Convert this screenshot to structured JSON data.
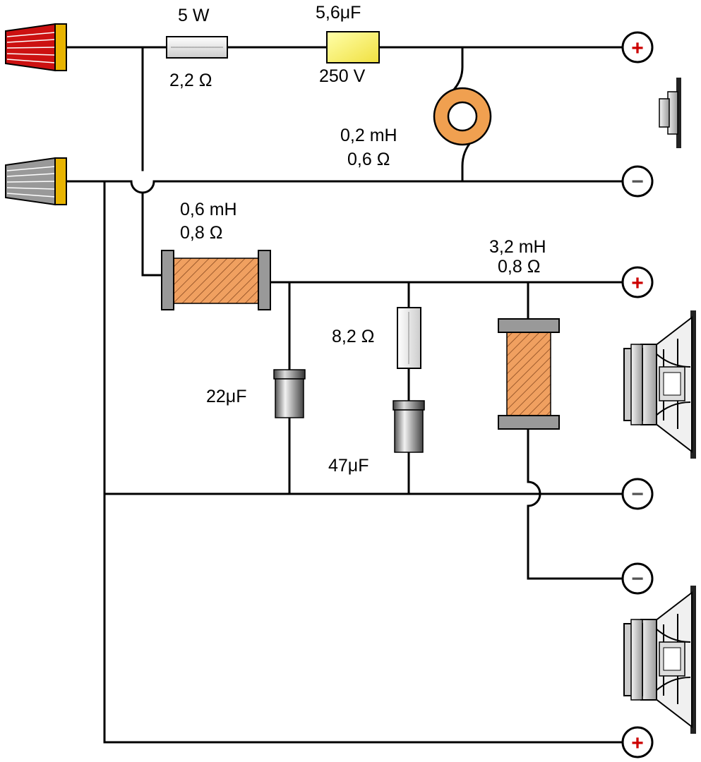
{
  "components": {
    "resistor_power": "5 W",
    "resistor_hf": "2,2 Ω",
    "capacitor_hf": "5,6μF",
    "capacitor_voltage": "250 V",
    "inductor_hf_l": "0,2 mH",
    "inductor_hf_r": "0,6 Ω",
    "inductor_lf1_l": "0,6 mH",
    "inductor_lf1_r": "0,8 Ω",
    "inductor_lf2_l": "3,2 mH",
    "inductor_lf2_r": "0,8 Ω",
    "resistor_zobel": "8,2 Ω",
    "capacitor_lf1": "22μF",
    "capacitor_zobel": "47μF"
  },
  "terminals": {
    "plus": "+",
    "minus": "−"
  },
  "colors": {
    "input_plus": "#cc1111",
    "input_minus": "#999999",
    "terminal_plus": "#cc0000",
    "terminal_minus": "#555555",
    "connector_collar": "#e8b400",
    "coil_winding": "#f0a060",
    "toroid": "#f0a050",
    "film_cap": "#ffff66"
  }
}
